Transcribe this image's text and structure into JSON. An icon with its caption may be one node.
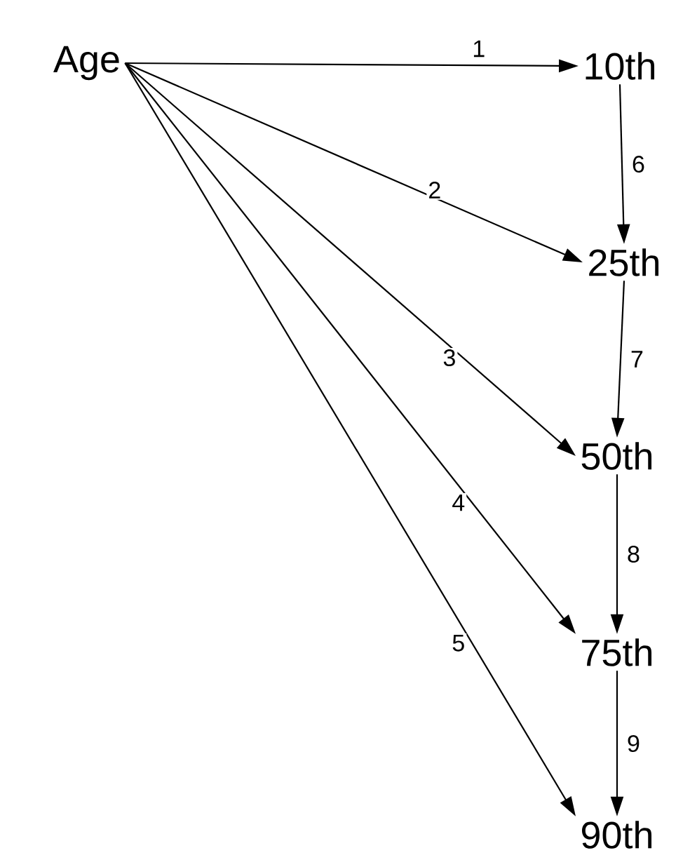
{
  "diagram": {
    "nodes": [
      {
        "text": [
          "Age"
        ]
      },
      {
        "text": [
          "10th"
        ]
      },
      {
        "text": [
          "25th"
        ]
      },
      {
        "text": [
          "50th"
        ]
      },
      {
        "text": [
          "75th"
        ]
      },
      {
        "text": [
          "90th"
        ]
      }
    ],
    "edges": [
      {
        "from": 0,
        "to": 1,
        "arrow": "to",
        "label": "1"
      },
      {
        "from": 0,
        "to": 2,
        "arrow": "to",
        "label": "2"
      },
      {
        "from": 0,
        "to": 3,
        "arrow": "to",
        "label": "3"
      },
      {
        "from": 0,
        "to": 4,
        "arrow": "to",
        "label": "4"
      },
      {
        "from": 0,
        "to": 5,
        "arrow": "to",
        "label": "5"
      },
      {
        "from": 1,
        "to": 2,
        "arrow": "to",
        "label": "6"
      },
      {
        "from": 2,
        "to": 3,
        "arrow": "to",
        "label": "7"
      },
      {
        "from": 3,
        "to": 4,
        "arrow": "to",
        "label": "8"
      },
      {
        "from": 4,
        "to": 5,
        "arrow": "to",
        "label": "9"
      }
    ]
  }
}
